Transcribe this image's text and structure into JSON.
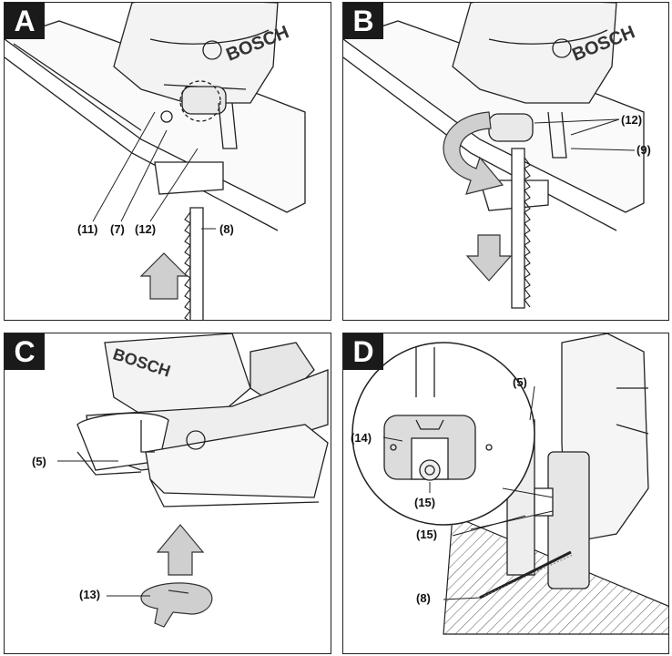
{
  "brand": "BOSCH",
  "panels": [
    {
      "letter": "A",
      "labels": {
        "l11": "(11)",
        "l7": "(7)",
        "l12": "(12)",
        "l8": "(8)"
      }
    },
    {
      "letter": "B",
      "labels": {
        "l12": "(12)",
        "l9": "(9)"
      }
    },
    {
      "letter": "C",
      "labels": {
        "l5": "(5)",
        "l13": "(13)"
      }
    },
    {
      "letter": "D",
      "labels": {
        "l5": "(5)",
        "l14": "(14)",
        "l15a": "(15)",
        "l15b": "(15)",
        "l8": "(8)"
      }
    }
  ],
  "colors": {
    "ink": "#1a1a1a",
    "arrow": "#cfcfcf",
    "hatch": "#555555",
    "panel_bg": "#ffffff"
  }
}
